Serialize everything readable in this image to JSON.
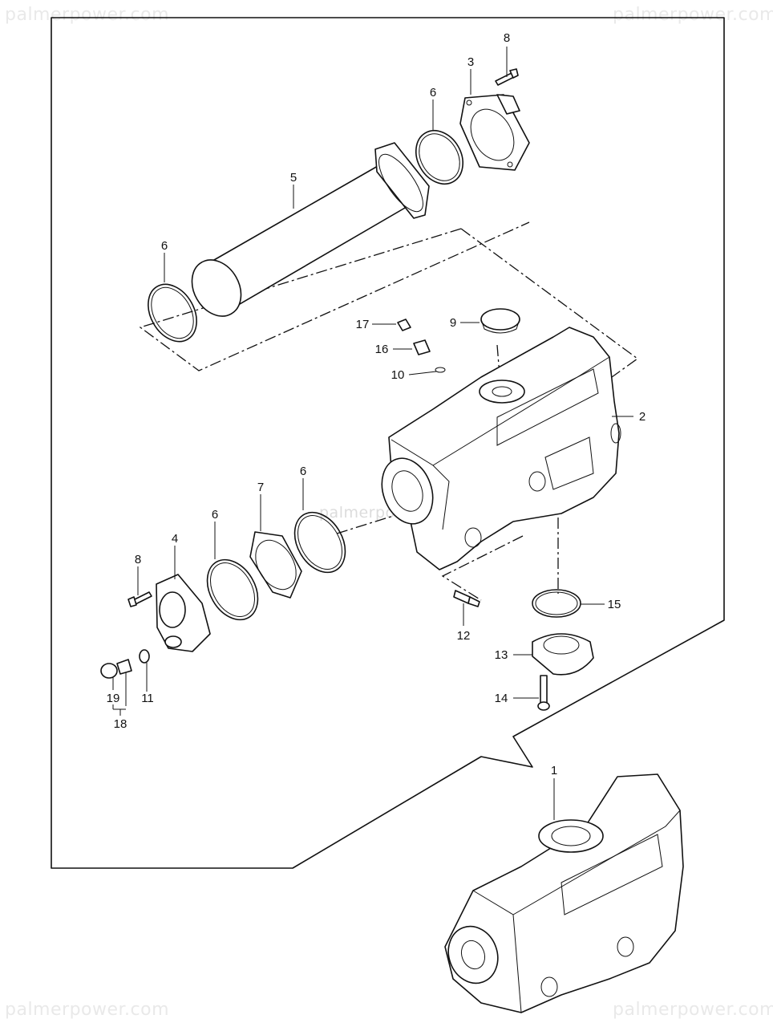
{
  "watermark": {
    "text": "palmerpower.com",
    "center_text": "palmerpow"
  },
  "callouts": {
    "c1": "1",
    "c2": "2",
    "c3": "3",
    "c4": "4",
    "c5": "5",
    "c6a": "6",
    "c6b": "6",
    "c6c": "6",
    "c6d": "6",
    "c7": "7",
    "c8a": "8",
    "c8b": "8",
    "c9": "9",
    "c10": "10",
    "c11": "11",
    "c12": "12",
    "c13": "13",
    "c14": "14",
    "c15": "15",
    "c16": "16",
    "c17": "17",
    "c18": "18",
    "c19": "19"
  }
}
